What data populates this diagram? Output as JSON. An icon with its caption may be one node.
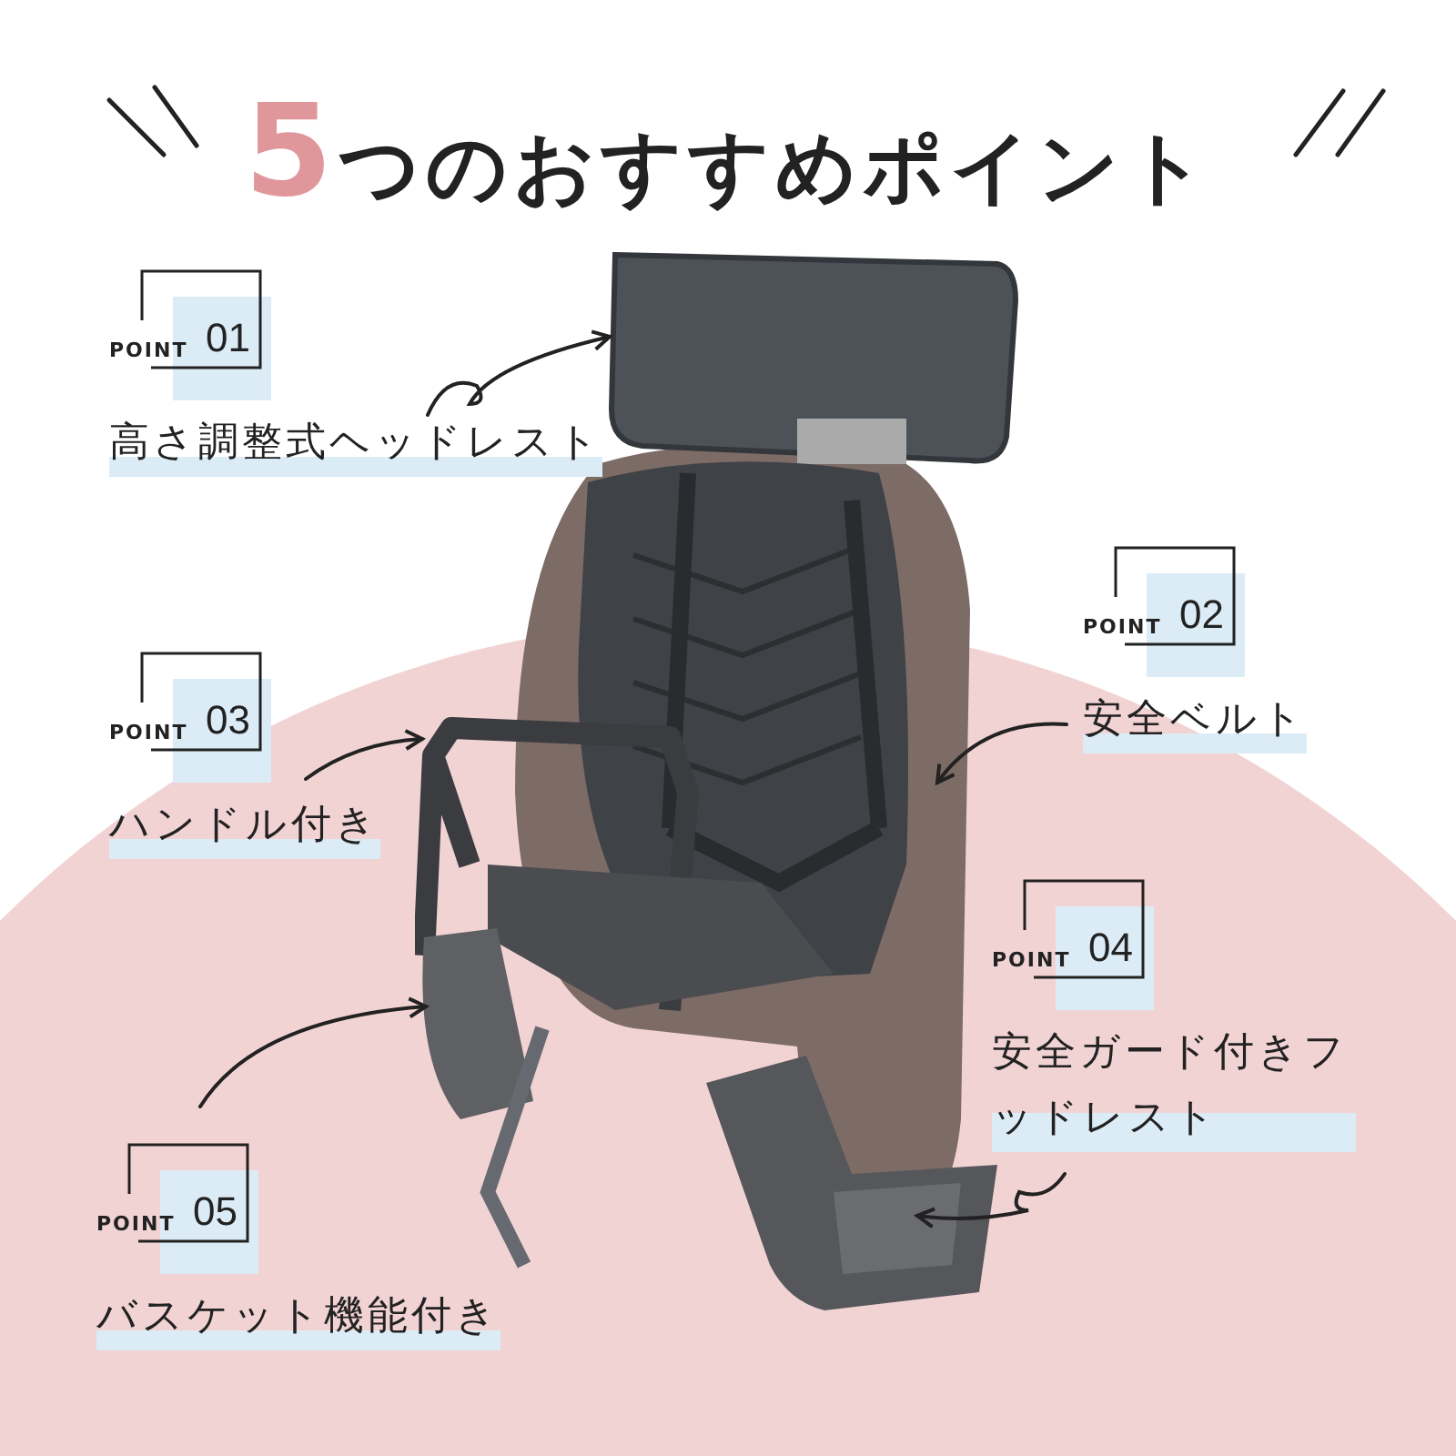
{
  "diagram": {
    "title": "5つのおすすめポイント",
    "nodes": [
      {
        "text": [
          "POINT",
          "01",
          "高さ調整式ヘッドレスト"
        ]
      },
      {
        "text": [
          "POINT",
          "02",
          "安全ベルト"
        ]
      },
      {
        "text": [
          "POINT",
          "03",
          "ハンドル付き"
        ]
      },
      {
        "text": [
          "POINT",
          "04",
          "安全ガード付きフッドレスト"
        ]
      },
      {
        "text": [
          "POINT",
          "05",
          "バスケット機能付き"
        ]
      },
      {
        "text": [],
        "shape": "picture"
      }
    ],
    "edges": [
      {
        "from": 0,
        "to": 5,
        "arrow": "to"
      },
      {
        "from": 1,
        "to": 5,
        "arrow": "to"
      },
      {
        "from": 2,
        "to": 5,
        "arrow": "to"
      },
      {
        "from": 3,
        "to": 5,
        "arrow": "to"
      },
      {
        "from": 4,
        "to": 5,
        "arrow": "to"
      }
    ]
  }
}
